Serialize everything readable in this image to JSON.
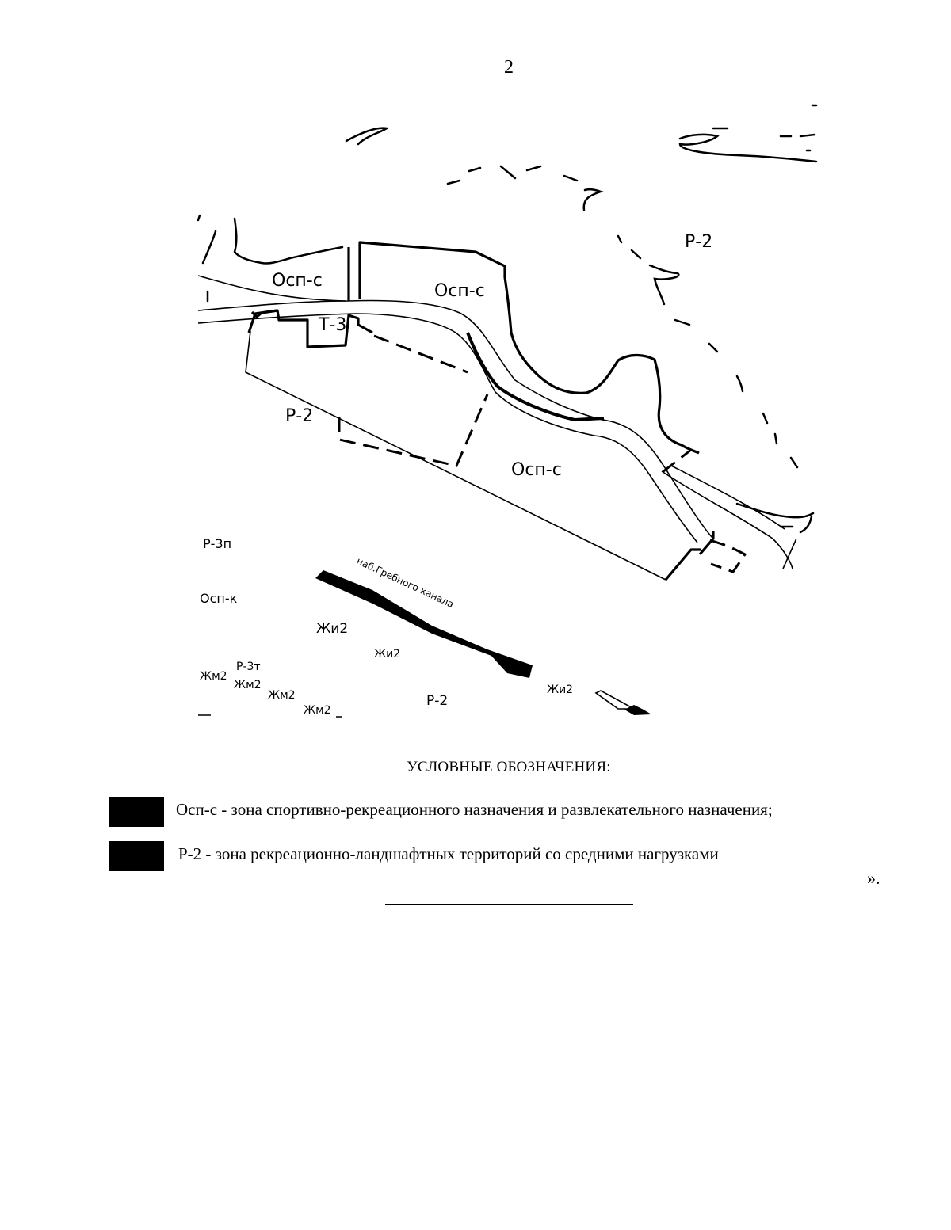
{
  "page_number": "2",
  "map": {
    "zone_labels": {
      "r2_top": "Р-2",
      "osps_left": "Осп-с",
      "osps_center": "Осп-с",
      "t3": "Т-3",
      "r2_left": "Р-2",
      "osps_bottom": "Осп-с",
      "r3p": "Р-3п",
      "ospk": "Осп-к",
      "zhi2_a": "Жи2",
      "zhi2_b": "Жи2",
      "zhi2_c": "Жи2",
      "r3t": "Р-3т",
      "zhm2_a": "Жм2",
      "zhm2_b": "Жм2",
      "zhm2_c": "Жм2",
      "zhm2_d": "Жм2",
      "r2_bottom": "Р-2"
    },
    "street_label": "наб.Гребного канала"
  },
  "legend": {
    "title": "УСЛОВНЫЕ ОБОЗНАЧЕНИЯ:",
    "items": [
      {
        "swatch_color": "#000000",
        "text": "Осп-с - зона спортивно-рекреационного назначения и развлекательного назначения;"
      },
      {
        "swatch_color": "#000000",
        "text": "Р-2 - зона рекреационно-ландшафтных территорий со средними нагрузками"
      }
    ],
    "closing_quote": "»."
  }
}
